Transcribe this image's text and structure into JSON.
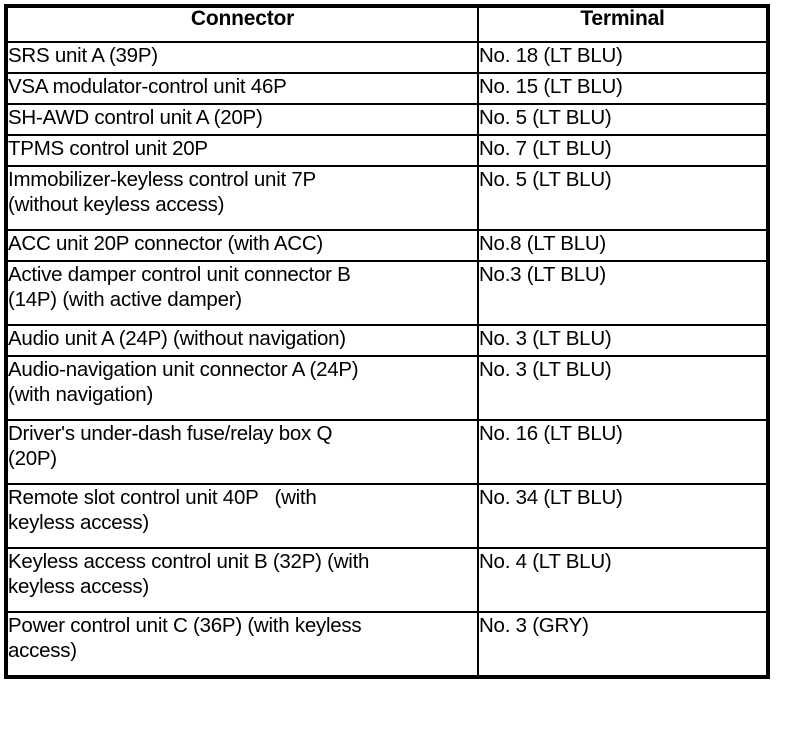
{
  "table": {
    "headers": {
      "connector": "Connector",
      "terminal": "Terminal"
    },
    "rows": [
      {
        "connector": "SRS unit A (39P)",
        "terminal": "No. 18 (LT BLU)",
        "lines": 1,
        "terminal_valign": "top"
      },
      {
        "connector": "VSA modulator-control unit 46P",
        "terminal": "No. 15 (LT BLU)",
        "lines": 1,
        "terminal_valign": "top"
      },
      {
        "connector": "SH-AWD control unit A (20P)",
        "terminal": "No. 5 (LT BLU)",
        "lines": 1,
        "terminal_valign": "top"
      },
      {
        "connector": "TPMS control unit 20P",
        "terminal": "No. 7 (LT BLU)",
        "lines": 1,
        "terminal_valign": "top"
      },
      {
        "connector": "Immobilizer-keyless control unit 7P\n(without keyless access)",
        "terminal": "No. 5 (LT BLU)",
        "lines": 2,
        "terminal_valign": "top"
      },
      {
        "connector": "ACC unit 20P connector (with ACC)",
        "terminal": "No.8 (LT BLU)",
        "lines": 1,
        "terminal_valign": "top"
      },
      {
        "connector": "Active damper control unit connector B\n(14P) (with active damper)",
        "terminal": "No.3 (LT BLU)",
        "lines": 2,
        "terminal_valign": "middle"
      },
      {
        "connector": "Audio unit A (24P) (without navigation)",
        "terminal": "No. 3 (LT BLU)",
        "lines": 1,
        "terminal_valign": "top"
      },
      {
        "connector": "Audio-navigation unit connector A (24P)\n(with navigation)",
        "terminal": "No. 3 (LT BLU)",
        "lines": 2,
        "terminal_valign": "top"
      },
      {
        "connector": "Driver's under-dash fuse/relay box Q\n(20P)",
        "terminal": "No. 16 (LT BLU)",
        "lines": 2,
        "terminal_valign": "top"
      },
      {
        "connector": "Remote slot control unit 40P   (with\nkeyless access)",
        "terminal": "No. 34 (LT BLU)",
        "lines": 2,
        "terminal_valign": "top"
      },
      {
        "connector": "Keyless access control unit B (32P) (with\nkeyless access)",
        "terminal": "No. 4 (LT BLU)",
        "lines": 2,
        "terminal_valign": "top"
      },
      {
        "connector": "Power control unit C (36P) (with keyless\naccess)",
        "terminal": "No. 3 (GRY)",
        "lines": 2,
        "terminal_valign": "top"
      }
    ]
  },
  "colors": {
    "border": "#000000",
    "background": "#ffffff",
    "text": "#000000"
  }
}
